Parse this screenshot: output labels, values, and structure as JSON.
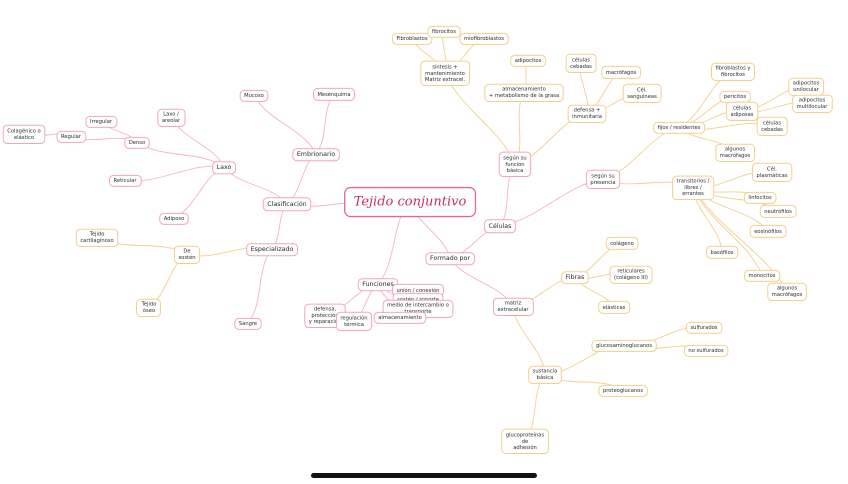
{
  "title": "Tejido conjuntivo",
  "nodes": {
    "clasificacion": "Clasificación",
    "laxo": "Laxo",
    "embrionario": "Embrionario",
    "especializado": "Especializado",
    "mucoso": "Mucoso",
    "mesenquima": "Mesénquima",
    "denso": "Denso",
    "regular": "Regular",
    "colageno_elastico": [
      "Colagénico o",
      "elástico"
    ],
    "irregular": "Irregular",
    "reticular": "Reticular",
    "laxo_areolar": [
      "Laxo /",
      "areolar"
    ],
    "adiposo": "Adiposo",
    "de_sostén": [
      "De",
      "sostén"
    ],
    "tejido_cartilaginoso": [
      "Tejido",
      "cartilaginoso"
    ],
    "tejido_oseo": [
      "Tejido",
      "óseo"
    ],
    "sangre": "Sangre",
    "funciones": "Funciones",
    "union_conexion": "unión / conexión",
    "sostén_soporte": "sostén / soporte",
    "medio_intercambio": [
      "medio de intercambio o",
      "transporte"
    ],
    "defensa_proteccion": [
      "defensa,",
      "protección",
      "y reparación"
    ],
    "regulacion_termica": [
      "regulación",
      "térmica"
    ],
    "almacenamiento": "almacenamiento",
    "formado_por": "Formado por",
    "celulas": "Células",
    "segun_funcion": [
      "según su",
      "función",
      "básica"
    ],
    "segun_presencia": [
      "según su",
      "presencia"
    ],
    "sintesis": [
      "síntesis +",
      "mantenimiento",
      "Matriz extracel."
    ],
    "fibroblastos": "Fibroblastos",
    "fibrocitos": "fibrocitos",
    "miofibroblastos": "miofibroblastos",
    "almacenamiento_grasa": [
      "almacenamiento",
      "+ metabolismo de la grasa"
    ],
    "adipocitos": "adipocitos",
    "defensa_inmunitaria": [
      "defensa +",
      "inmunitaria"
    ],
    "celulas_cebadas": [
      "células",
      "cebadas"
    ],
    "macrofagos": "macrófagos",
    "cel_sanguineas": [
      "Cél.",
      "sanguíneas"
    ],
    "fijos_residentes": "fijos / residentes",
    "fibroblastos_fibrocitos": [
      "fibroblastos y",
      "fibrocitos"
    ],
    "pericitos": "pericitos",
    "celulas_adiposas": [
      "células",
      "adiposas"
    ],
    "adipocitos_unilocular": [
      "adipocitos",
      "unilocular"
    ],
    "adipocitos_multilocular": [
      "adipocitos",
      "multilocular"
    ],
    "celulas_cebadas_2": [
      "células",
      "cebadas"
    ],
    "algunos_macrofagos": [
      "algunos",
      "macrófagos"
    ],
    "transitorios": [
      "transitorios /",
      "libres /",
      "errantes"
    ],
    "cel_plasmaticas": [
      "Cél.",
      "plasmáticas"
    ],
    "linfocitos": "linfocitos",
    "neutrofilos": "neutrófilos",
    "eosinofilos": "eosinófilos",
    "basofilos": "basófilos",
    "monocitos": "monocitos",
    "algunos_macrofagos_2": [
      "algunos",
      "macrófagos"
    ],
    "matriz_extracelular": [
      "matriz",
      "extracelular"
    ],
    "fibras": "Fibras",
    "colageno": "colágeno",
    "reticulares": [
      "reticulares",
      "(colágeno III)"
    ],
    "elasticas": "elásticas",
    "sustancia_basica": [
      "sustancia",
      "básica"
    ],
    "glucosaminoglucanos": "glucosaminoglucanos",
    "sulfurados": "sulfurados",
    "no_sulfurados": "no sulfurados",
    "proteoglucanos": "proteoglucanos",
    "glucoproteinas": [
      "glucoproteínas",
      "de",
      "adhesión"
    ]
  }
}
